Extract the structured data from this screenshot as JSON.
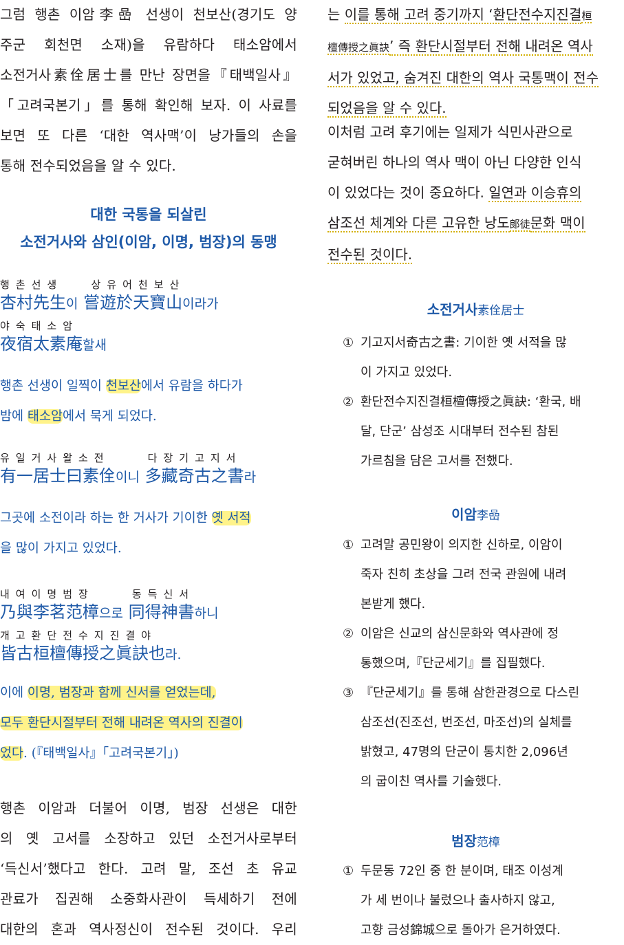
{
  "left": {
    "intro": [
      "그럼 행촌 이암李嵒 선생이 천보산(경기도 양",
      "주군 회천면 소재)을 유람하다 태소암에서",
      "소전거사素佺居士를 만난 장면을『태백일사』",
      "「고려국본기」를 통해 확인해 보자. 이 사료를",
      "보면 또 다른 ‘대한 역사맥’이 낭가들의 손을",
      "통해 전수되었음을 알 수 있다."
    ],
    "heading1": "대한 국통을 되살린",
    "heading2": "소전거사와 삼인(이암, 이명, 범장)의 동맹",
    "verse1": {
      "ruby_a": "행촌선생   상유어천보산",
      "hanja_a": "杏村先生",
      "hangul_a": "이",
      "hanja_b": "嘗遊於天寶山",
      "hangul_b": "이라가",
      "ruby_b": "야숙태소암",
      "hanja_c": "夜宿太素庵",
      "hangul_c": "할새"
    },
    "trans1": {
      "a": "행촌 선생이 일찍이 ",
      "b": "천보산",
      "c": "에서 유람을 하다가",
      "d": "밤에 ",
      "e": "태소암",
      "f": "에서 묵게 되었다."
    },
    "verse2": {
      "ruby_a": "유일거사왈소전    다장기고지서",
      "hanja_a": "有一居士曰素佺",
      "hangul_a": "이니",
      "hanja_b": "多藏奇古之書",
      "hangul_b": "라"
    },
    "trans2": {
      "a": "그곳에 소전이라 하는 한 거사가 기이한 ",
      "b": "옛 서적",
      "c": "을 많이 가지고 있었다."
    },
    "verse3": {
      "ruby_a": "내여이명범장    동득신서",
      "hanja_a": "乃與李茗范樟",
      "hangul_a": "으로",
      "hanja_b": "同得神書",
      "hangul_b": "하니",
      "ruby_b": "개고환단전수지진결야",
      "hanja_c": "皆古桓檀傳授之眞訣也",
      "hangul_c": "라."
    },
    "trans3": {
      "a": "이에 ",
      "b": "이명, 범장과 함께 신서를 얻었는데,",
      "c": "모두 환단시절부터 전해 내려온 역사의 진결이",
      "d": "었다",
      "e": ". (『태백일사』「고려국본기」)"
    },
    "outro": [
      "행촌 이암과 더불어 이명, 범장 선생은 대한",
      "의 옛 고서를 소장하고 있던 소전거사로부터",
      "‘득신서’했다고 한다. 고려 말, 조선 초 유교",
      "관료가 집권해 소중화사관이 득세하기 전에",
      "대한의 혼과 역사정신이 전수된 것이다. 우리"
    ]
  },
  "right": {
    "para1": [
      {
        "a": "는 ",
        "b": "이를 통해 고려 중기까지 ‘환단전수지진결",
        "c": "桓",
        "d": ""
      },
      {
        "a": "",
        "b": "檀傳授之眞訣",
        "c": "’ 즉 환단시절부터 전해 내려온 역사",
        "d": ""
      },
      {
        "a": "",
        "b": "서가 있었고, 숨겨진 대한의 역사 국통맥이 전수",
        "c": "",
        "d": ""
      },
      {
        "a": "",
        "b": "되었음을 알 수 있다.",
        "c": "",
        "d": ""
      }
    ],
    "para2": [
      "이처럼 고려 후기에는 일제가 식민사관으로",
      "굳혀버린 하나의 역사 맥이 아닌 다양한 인식",
      "이 있었다는 것이 중요하다. "
    ],
    "para2_ul": [
      "일연과 이승휴의",
      "삼조선 체계와 다른 고유한 낭도",
      "郞徒",
      "문화 맥이",
      "전수된 것이다."
    ],
    "sec1": {
      "title": "소전거사",
      "title_hanja": "素佺居士",
      "items": [
        {
          "num": "①",
          "lines": [
            "기고지서奇古之書: 기이한 옛 서적을 많",
            "이 가지고 있었다."
          ]
        },
        {
          "num": "②",
          "lines": [
            "환단전수지진결桓檀傳授之眞訣: ‘환국, 배",
            "달, 단군’ 삼성조 시대부터 전수된 참된",
            "가르침을 담은 고서를 전했다."
          ]
        }
      ]
    },
    "sec2": {
      "title": "이암",
      "title_hanja": "李嵒",
      "items": [
        {
          "num": "①",
          "lines": [
            "고려말 공민왕이 의지한 신하로, 이암이",
            "죽자 친히 초상을 그려 전국 관원에 내려",
            "본받게 했다."
          ]
        },
        {
          "num": "②",
          "lines": [
            "이암은 신교의 삼신문화와 역사관에 정",
            "통했으며,『단군세기』를 집필했다."
          ]
        },
        {
          "num": "③",
          "lines": [
            "『단군세기』를 통해 삼한관경으로 다스린",
            "삼조선(진조선, 번조선, 마조선)의 실체를",
            "밝혔고, 47명의 단군이 통치한 2,096년",
            "의 굽이친 역사를 기술했다."
          ]
        }
      ]
    },
    "sec3": {
      "title": "범장",
      "title_hanja": "范樟",
      "items": [
        {
          "num": "①",
          "lines": [
            "두문동 72인 중 한 분이며, 태조 이성계",
            "가 세 번이나 불렀으나 출사하지 않고,",
            "고향 금성錦城으로 돌아가 은거하였다."
          ]
        }
      ]
    },
    "colors": {
      "accent_blue": "#1f5aa8",
      "highlight": "#fff38a",
      "underline": "#d4b000"
    }
  }
}
